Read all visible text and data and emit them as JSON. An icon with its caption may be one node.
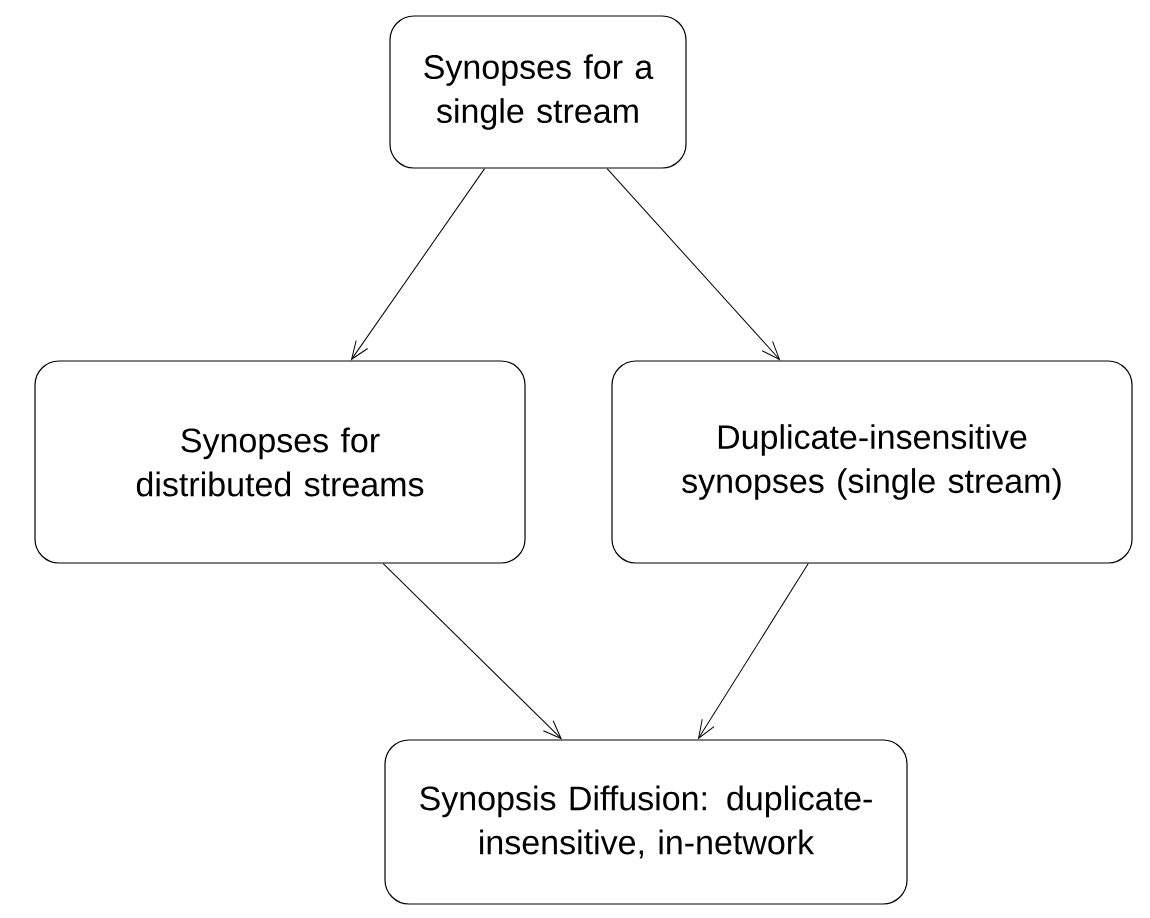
{
  "diagram": {
    "nodes": [
      {
        "text": [
          "Synopses for a single stream"
        ]
      },
      {
        "text": [
          "Synopses for distributed streams"
        ]
      },
      {
        "text": [
          "Duplicate-insensitive synopses (single stream)"
        ]
      },
      {
        "text": [
          "Synopsis Diffusion: duplicate-insensitive, in-network"
        ]
      }
    ],
    "edges": [
      {
        "from": 0,
        "to": 1,
        "arrow": "to"
      },
      {
        "from": 0,
        "to": 2,
        "arrow": "to"
      },
      {
        "from": 1,
        "to": 3,
        "arrow": "to"
      },
      {
        "from": 2,
        "to": 3,
        "arrow": "to"
      }
    ]
  }
}
